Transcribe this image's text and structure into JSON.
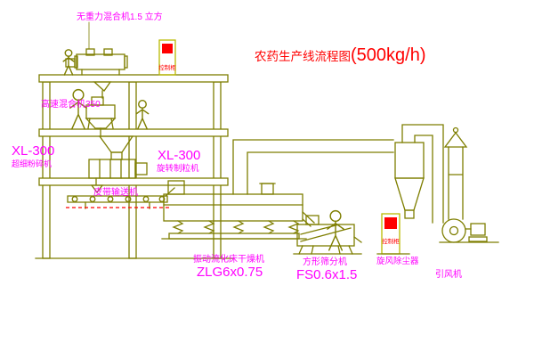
{
  "title": {
    "main": "农药生产线流程图",
    "capacity": "(500kg/h)"
  },
  "labels": {
    "gravity_mixer": "无重力混合机1.5 立方",
    "high_speed_mixer": "高速混合机350",
    "pulverizer_model": "XL-300",
    "pulverizer_name": "超细粉碎机",
    "granulator_model": "XL-300",
    "granulator_name": "旋转制粒机",
    "belt_conveyor": "皮带输送机",
    "dryer_name": "振动流化床干燥机",
    "dryer_model": "ZLG6x0.75",
    "sieve_name": "方形筛分机",
    "sieve_model": "FS0.6x1.5",
    "cyclone_name": "旋风除尘器",
    "fan_name": "引风机",
    "cabinet": "控制柜"
  },
  "colors": {
    "line": "#7e7e00",
    "bright_line": "#b9b900",
    "label": "#ff00ff",
    "accent": "#ff0000",
    "background": "#ffffff"
  }
}
